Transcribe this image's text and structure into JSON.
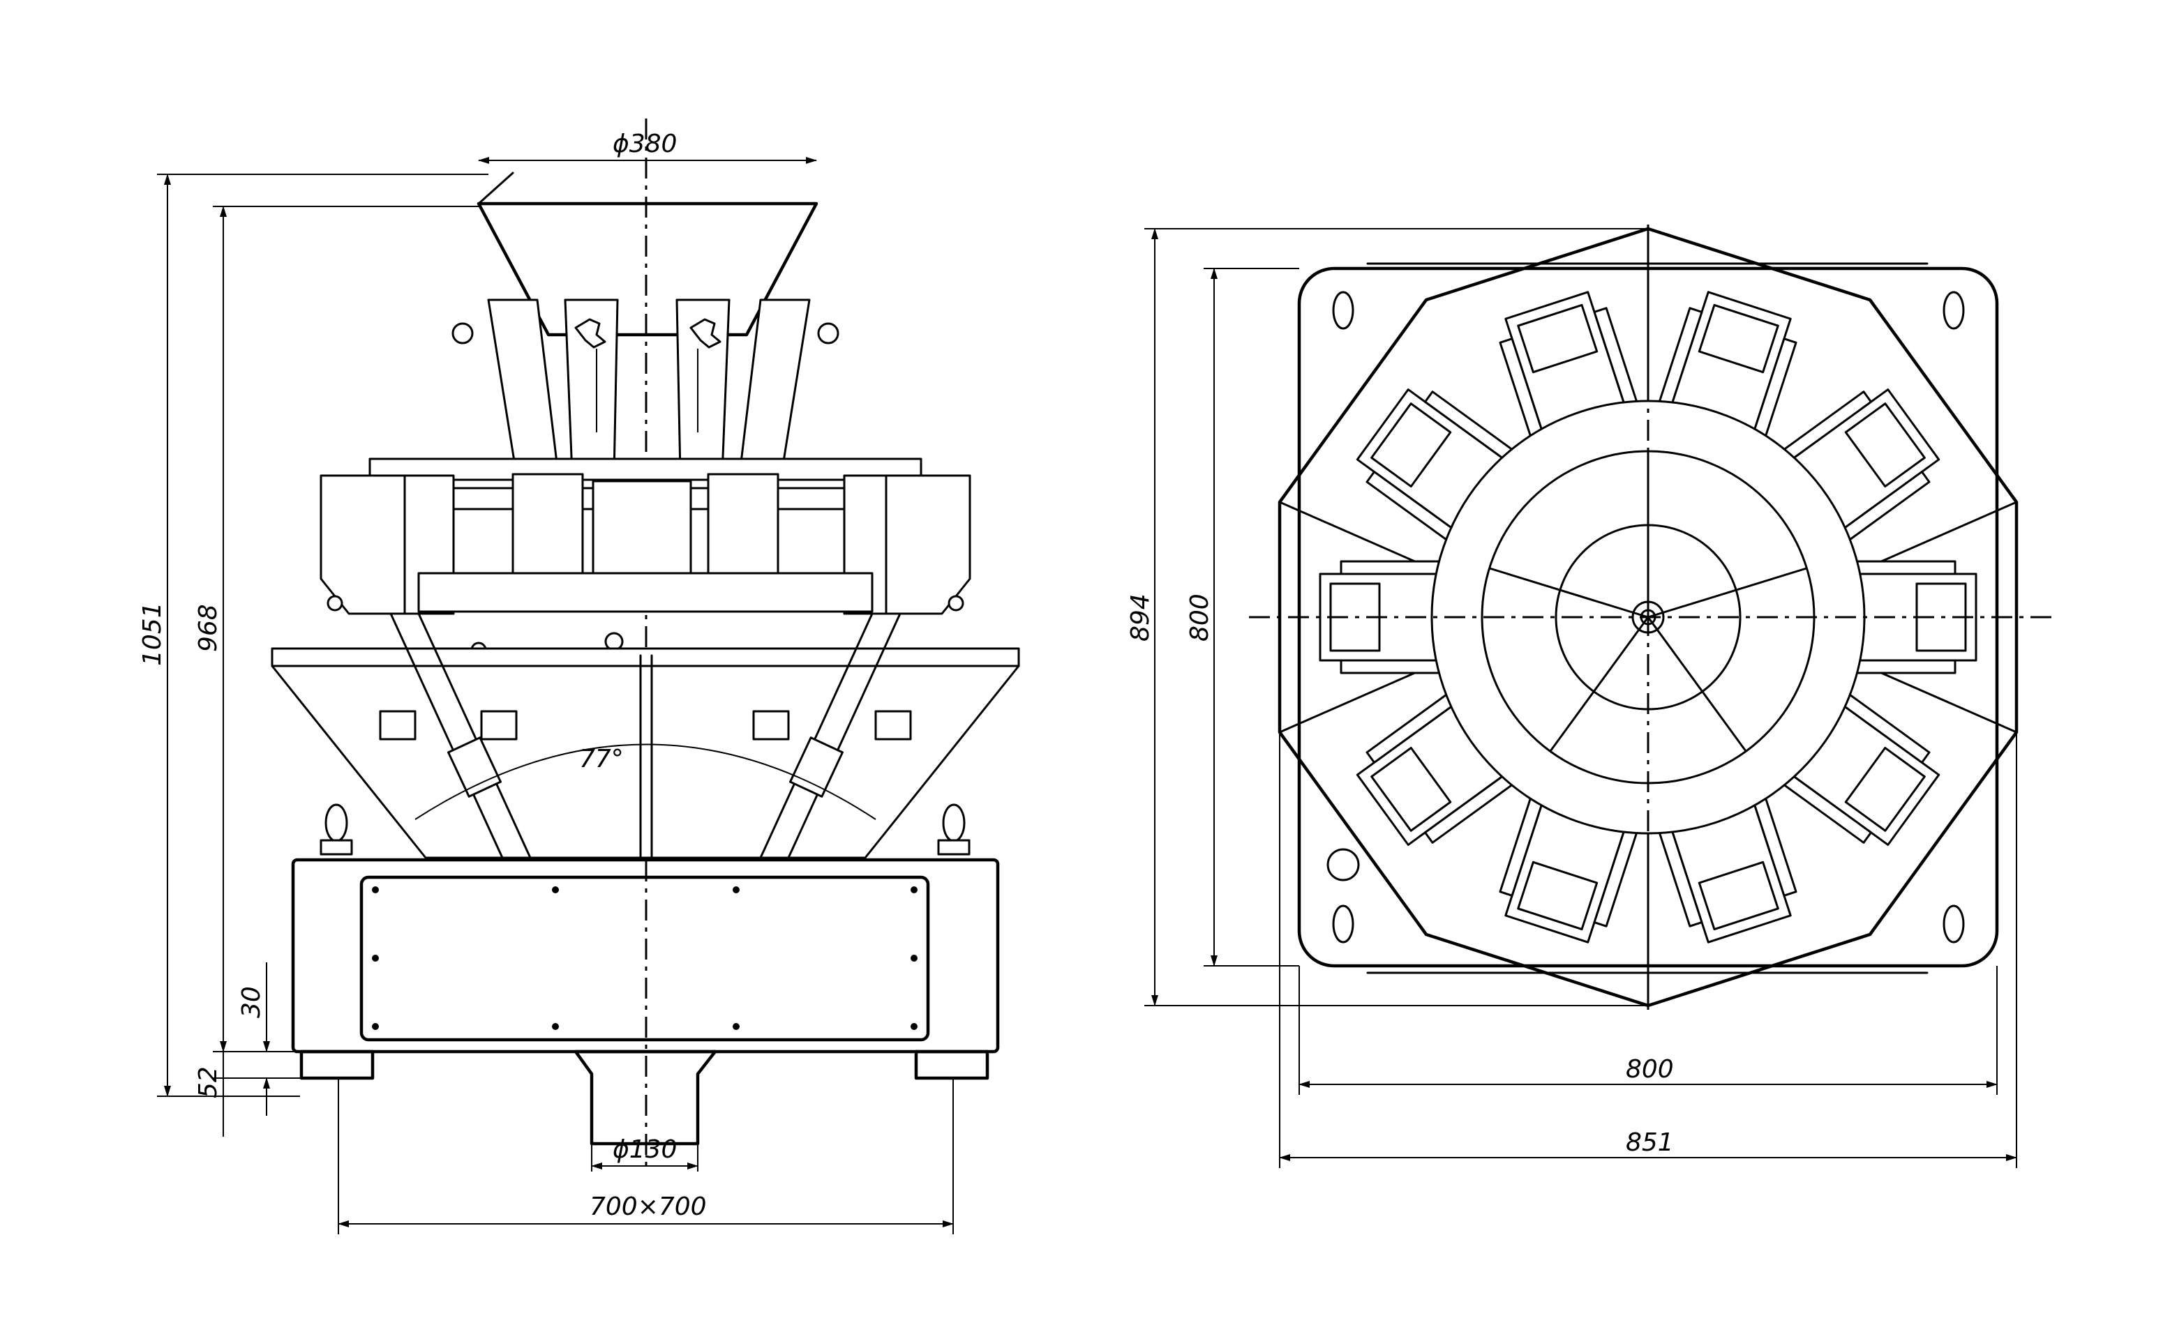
{
  "dimensions": {
    "hopper_diameter": "ϕ380",
    "total_height": "1051",
    "body_height": "968",
    "foot_height": "30",
    "base_offset": "52",
    "outlet_diameter": "ϕ130",
    "footprint": "700×700",
    "chute_angle": "77°",
    "top_height": "894",
    "top_depth": "800",
    "top_width": "800",
    "top_overall_width": "851"
  }
}
